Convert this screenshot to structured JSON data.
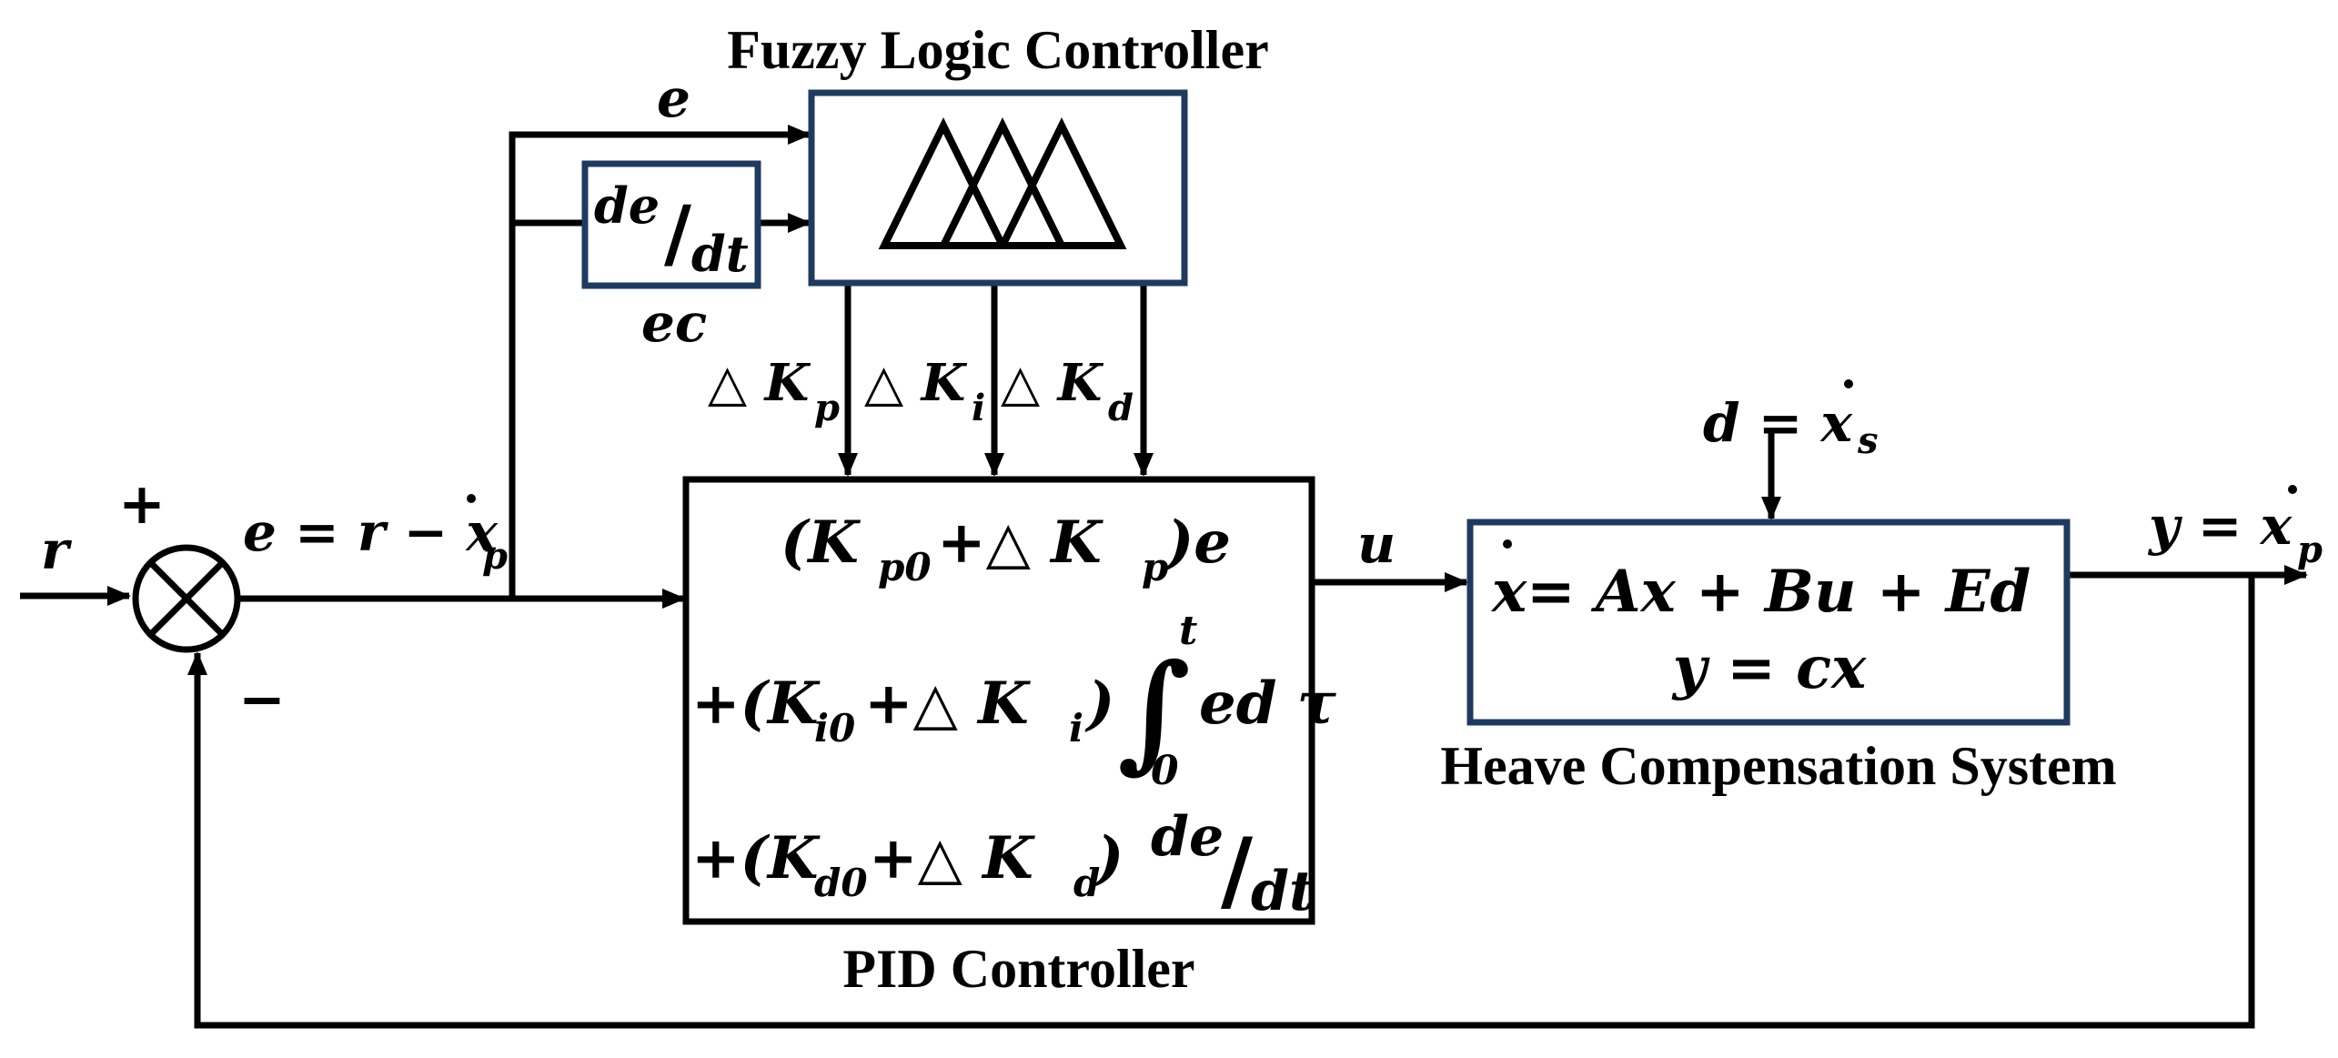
{
  "colors": {
    "line": "#000000",
    "box_border_navy": "#1f3a5f",
    "background": "#ffffff"
  },
  "blocks": {
    "fuzzy_title": "Fuzzy Logic Controller",
    "pid_title": "PID Controller",
    "heave_title": "Heave Compensation System"
  },
  "signals": {
    "r": "r",
    "plus": "+",
    "minus": "−",
    "e_top": "e",
    "e_eq": "e = r − x",
    "e_eq_sub": "p",
    "ec": "ec",
    "de": "de",
    "slash": "/",
    "dt": "dt",
    "dkp": "△ K",
    "dkp_sub": "p",
    "dki": "△ K",
    "dki_sub": "i",
    "dkd": "△ K",
    "dkd_sub": "d",
    "u": "u",
    "d_eq": "d = x",
    "d_eq_sub": "s",
    "y_eq": "y = x",
    "y_eq_sub": "p"
  },
  "pid_terms": {
    "line1_open": "(K",
    "line1_sub": "p0",
    "line1_rest": " +△ K",
    "line1_sub2": "p",
    "line1_close": ")e",
    "line2_open": "+(K",
    "line2_sub": "i0",
    "line2_rest": " +△ K",
    "line2_sub2": "i",
    "line2_close": ")",
    "integral": "∫",
    "int_upper": "t",
    "int_lower": "0",
    "integrand": "ed τ",
    "line3_open": "+(K",
    "line3_sub": "d0",
    "line3_rest": " +△ K",
    "line3_sub2": "d",
    "line3_close": ")",
    "deriv_num": "de",
    "deriv_slash": "/",
    "deriv_den": "dt"
  },
  "plant": {
    "state_x": "x",
    "state_rest": " = Ax + Bu + Ed",
    "output": "y = cx"
  },
  "icons": [
    "summing-junction-icon",
    "membership-functions-icon"
  ]
}
